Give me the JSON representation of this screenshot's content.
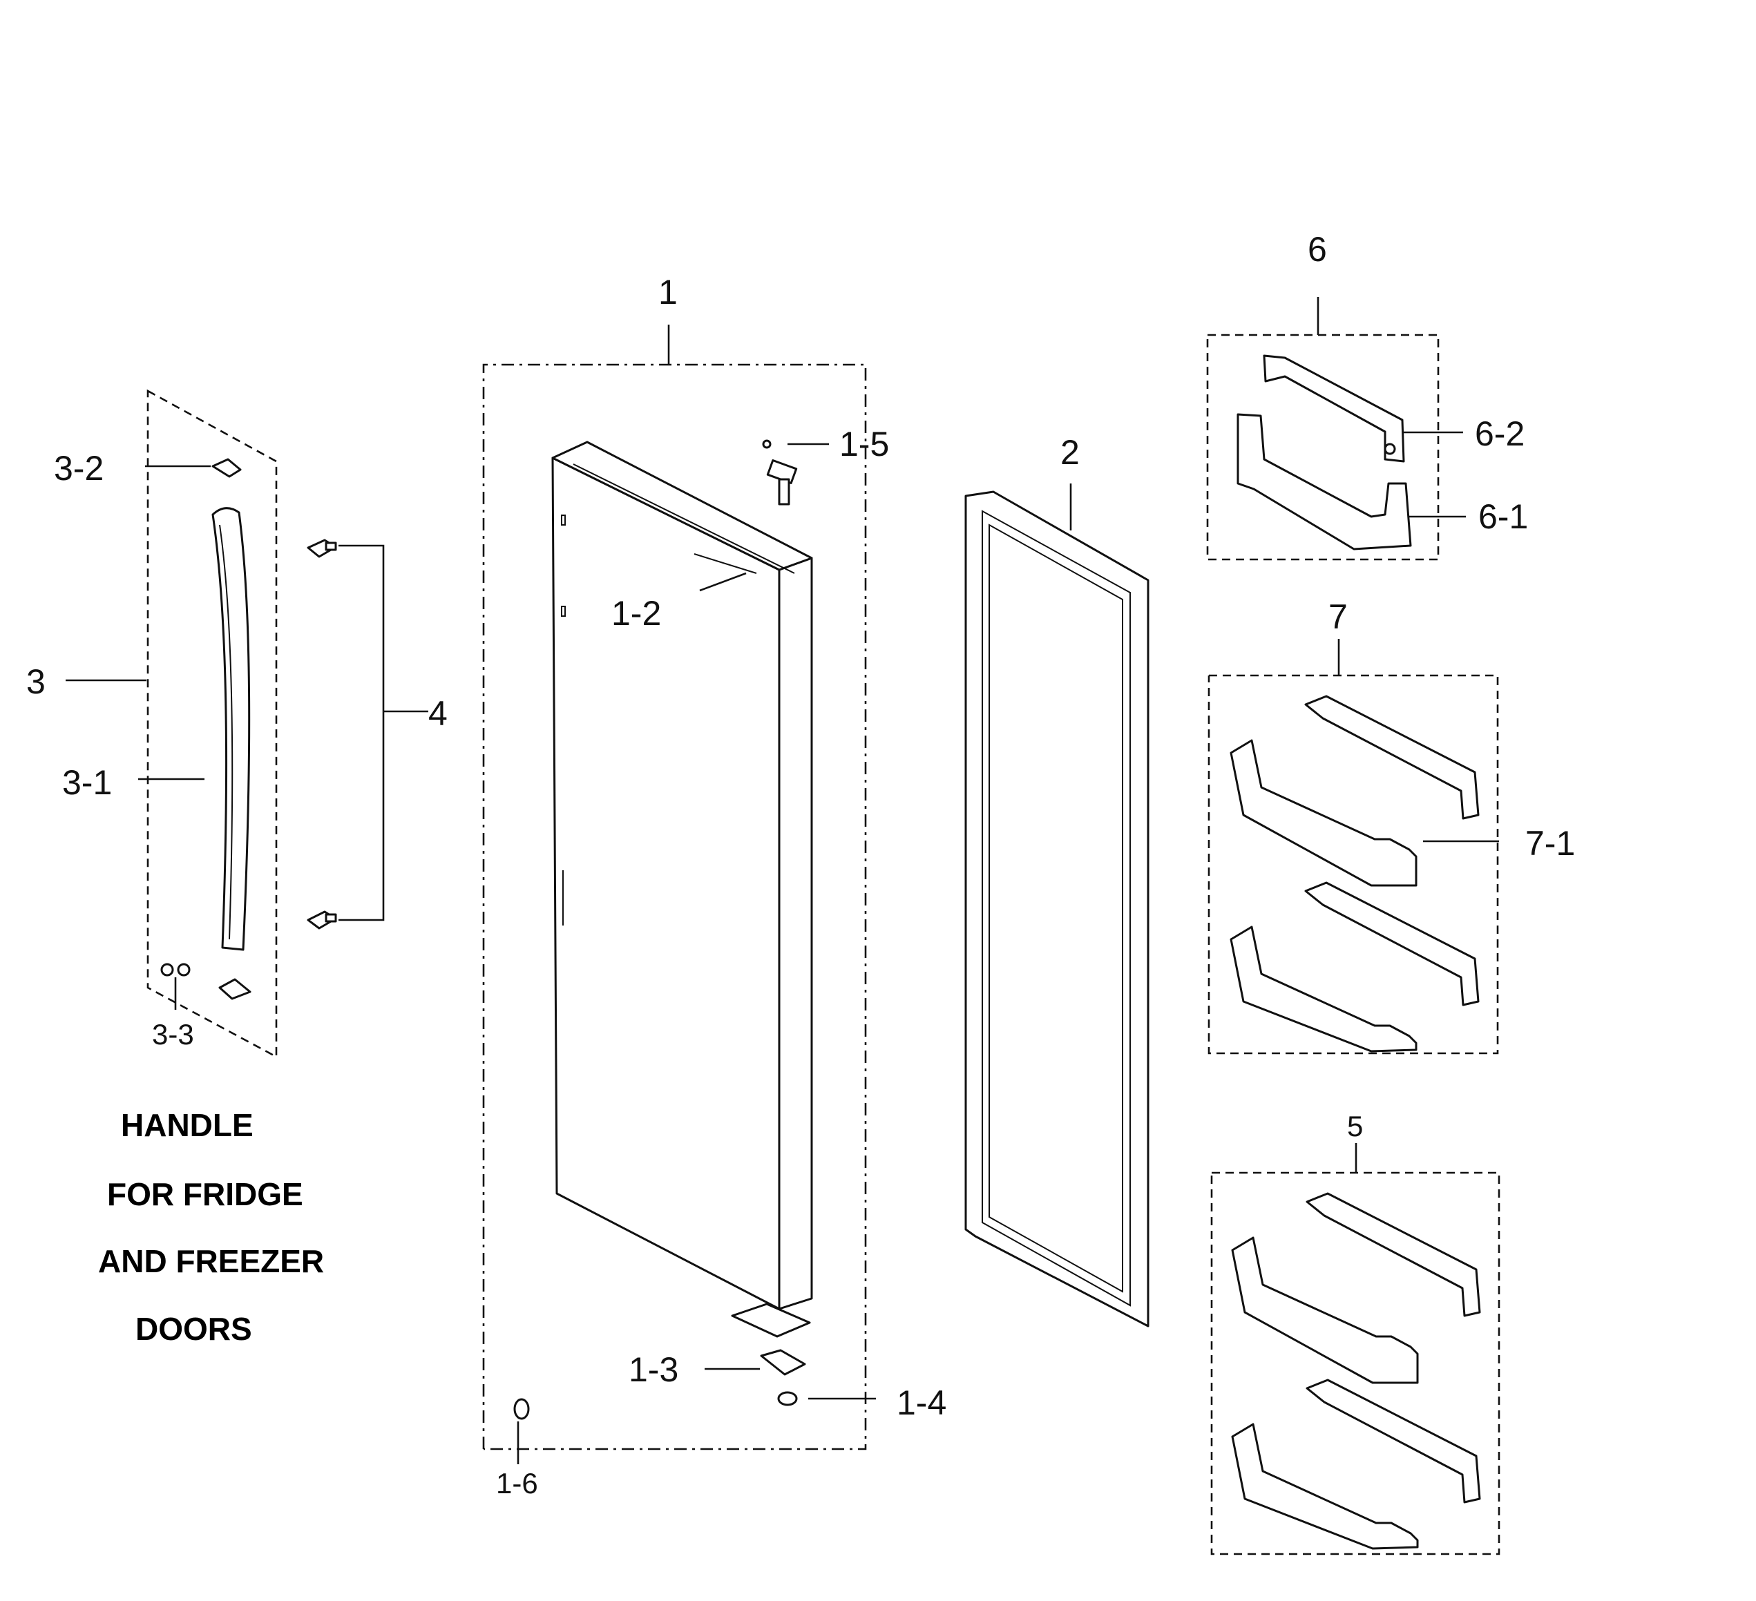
{
  "callouts": {
    "c1": "1",
    "c1_2": "1-2",
    "c1_3": "1-3",
    "c1_4": "1-4",
    "c1_5": "1-5",
    "c1_6": "1-6",
    "c2": "2",
    "c3": "3",
    "c3_1": "3-1",
    "c3_2": "3-2",
    "c3_3": "3-3",
    "c4": "4",
    "c5": "5",
    "c6": "6",
    "c6_1": "6-1",
    "c6_2": "6-2",
    "c7": "7",
    "c7_1": "7-1"
  },
  "caption": {
    "line1": "HANDLE",
    "line2": "FOR FRIDGE",
    "line3": "AND FREEZER",
    "line4": "DOORS"
  }
}
